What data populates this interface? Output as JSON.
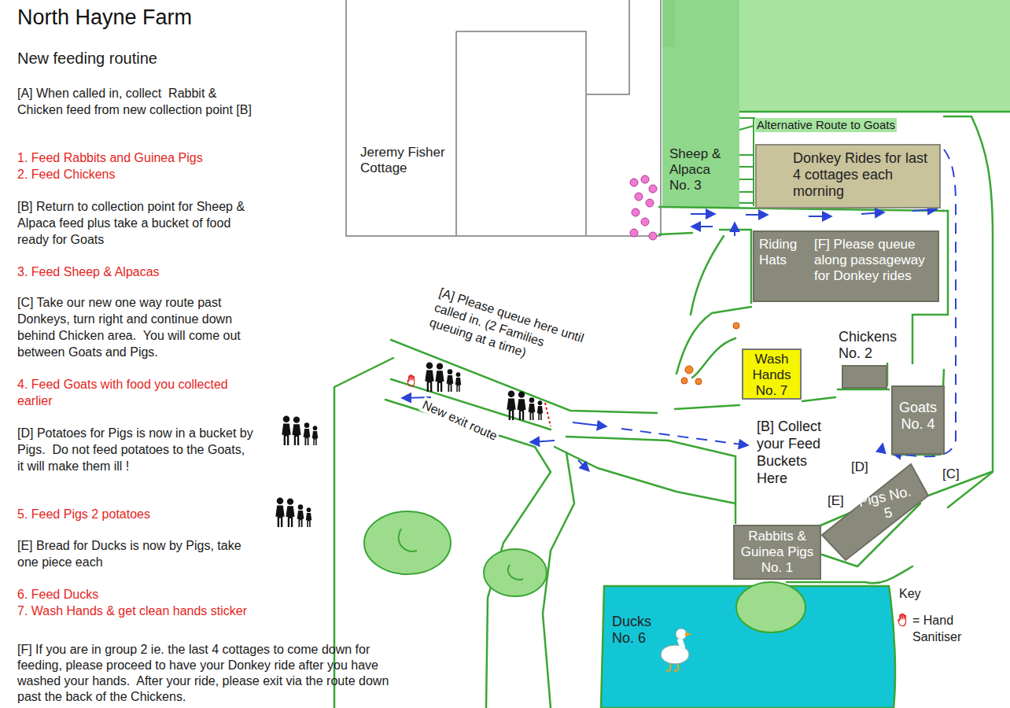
{
  "diagram": {
    "title": "North Hayne Farm",
    "nodes": [
      {
        "text": [
          "Jeremy Fisher Cottage"
        ]
      },
      {
        "text": [
          "Sheep & Alpaca No. 3"
        ]
      },
      {
        "text": [
          "Donkey Rides for last 4 cottages each morning"
        ]
      },
      {
        "text": [
          "Riding Hats",
          "[F] Please queue along passageway for Donkey rides"
        ]
      },
      {
        "text": [
          "Wash Hands No. 7"
        ]
      },
      {
        "text": [
          "Chickens No. 2"
        ]
      },
      {
        "text": [
          "Goats No. 4"
        ]
      },
      {
        "text": [
          "Pigs No. 5"
        ]
      },
      {
        "text": [
          "Rabbits & Guinea Pigs No. 1"
        ]
      },
      {
        "text": [
          "Ducks No. 6"
        ]
      }
    ],
    "labels": [
      "New feeding routine",
      "[A] When called in, collect  Rabbit & Chicken feed from new collection point [B]",
      "1. Feed Rabbits and Guinea Pigs",
      "2. Feed Chickens",
      "[B] Return to collection point for Sheep & Alpaca feed plus take a bucket of food ready for Goats",
      "3. Feed Sheep & Alpacas",
      "[C] Take our new one way route past Donkeys, turn right and continue down behind Chicken area.  You will come out between Goats and Pigs.",
      "4. Feed Goats with food you collected earlier",
      "[D] Potatoes for Pigs is now in a bucket by Pigs.  Do not feed potatoes to the Goats, it will make them ill !",
      "5. Feed Pigs 2 potatoes",
      "[E] Bread for Ducks is now by Pigs, take one piece each",
      "6. Feed Ducks",
      "7. Wash Hands & get clean hands sticker",
      "[F] If you are in group 2 ie. the last 4 cottages to come down for feeding, please proceed to have your Donkey ride after you have washed your hands.  After your ride, please exit via the route down past the back of the Chickens.",
      "Alternative Route to Goats",
      "[A] Please queue here until called in. (2 Families queuing at a time)",
      "New exit route",
      "[B] Collect your Feed Buckets Here",
      "[D]",
      "[E]",
      "[C]",
      "Key"
    ],
    "legend": [
      {
        "text": "= Hand Sanitiser"
      }
    ]
  }
}
